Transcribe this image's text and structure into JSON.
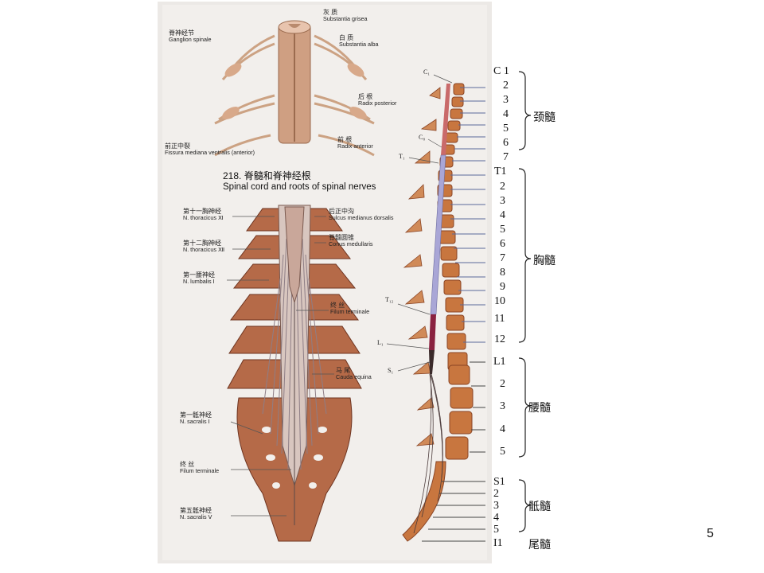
{
  "slide_number": "5",
  "figure_top": {
    "labels": {
      "substantia_grisea": {
        "zh": "灰 质",
        "la": "Substantia grisea"
      },
      "ganglion_spinale": {
        "zh": "脊神经节",
        "la": "Ganglion spinale"
      },
      "substantia_alba": {
        "zh": "白 质",
        "la": "Substantia alba"
      },
      "radix_posterior": {
        "zh": "后 根",
        "la": "Radix posterior"
      },
      "fissura_mediana": {
        "zh": "前正中裂",
        "la": "Fissura mediana ventralis (anterior)"
      },
      "radix_anterior": {
        "zh": "前 根",
        "la": "Radix anterior"
      }
    },
    "caption_zh": "218. 脊髓和脊神经根",
    "caption_en": "Spinal cord and roots of spinal nerves"
  },
  "figure_bottom": {
    "labels": {
      "n_thoracicus_xi": {
        "zh": "第十一胸神经",
        "la": "N. thoracicus Ⅺ"
      },
      "sulcus_medianus": {
        "zh": "后正中沟",
        "la": "Sulcus medianus dorsalis"
      },
      "n_thoracicus_xii": {
        "zh": "第十二胸神经",
        "la": "N. thoracicus Ⅻ"
      },
      "conus_medullaris": {
        "zh": "脊髓圆锥",
        "la": "Conus medullaris"
      },
      "n_lumbalis_i": {
        "zh": "第一腰神经",
        "la": "N. lumbalis Ⅰ"
      },
      "filum_terminale": {
        "zh": "终 丝",
        "la": "Filum terminale"
      },
      "cauda_equina": {
        "zh": "马 尾",
        "la": "Cauda equina"
      },
      "n_sacralis_i": {
        "zh": "第一骶神经",
        "la": "N. sacralis Ⅰ"
      },
      "filum_terminale_2": {
        "zh": "终 丝",
        "la": "Filum terminale"
      },
      "n_sacralis_v": {
        "zh": "第五骶神经",
        "la": "N. sacralis Ⅴ"
      }
    }
  },
  "side_refs": {
    "c1": "C₁",
    "c8": "C₈",
    "t1": "T₁",
    "t12": "T₁₂",
    "l1": "L₁",
    "s1": "S₁"
  },
  "segments": {
    "cervical": [
      "C 1",
      "2",
      "3",
      "4",
      "5",
      "6",
      "7"
    ],
    "thoracic": [
      "T1",
      "2",
      "3",
      "4",
      "5",
      "6",
      "7",
      "8",
      "9",
      "10",
      "11",
      "12"
    ],
    "lumbar": [
      "L1",
      "2",
      "3",
      "4",
      "5"
    ],
    "sacral": [
      "S1",
      "2",
      "3",
      "4",
      "5"
    ],
    "coccygeal": [
      "I1"
    ]
  },
  "regions": {
    "cervical": "颈髓",
    "thoracic": "胸髓",
    "lumbar": "腰髓",
    "sacral": "骶髓",
    "coccygeal": "尾髓"
  },
  "colors": {
    "bone": "#c8763f",
    "bone_dark": "#8a4424",
    "cord_cervical": "#c96a6a",
    "cord_thoracic": "#a9a6d6",
    "cord_lumbar": "#8a2240"
  }
}
